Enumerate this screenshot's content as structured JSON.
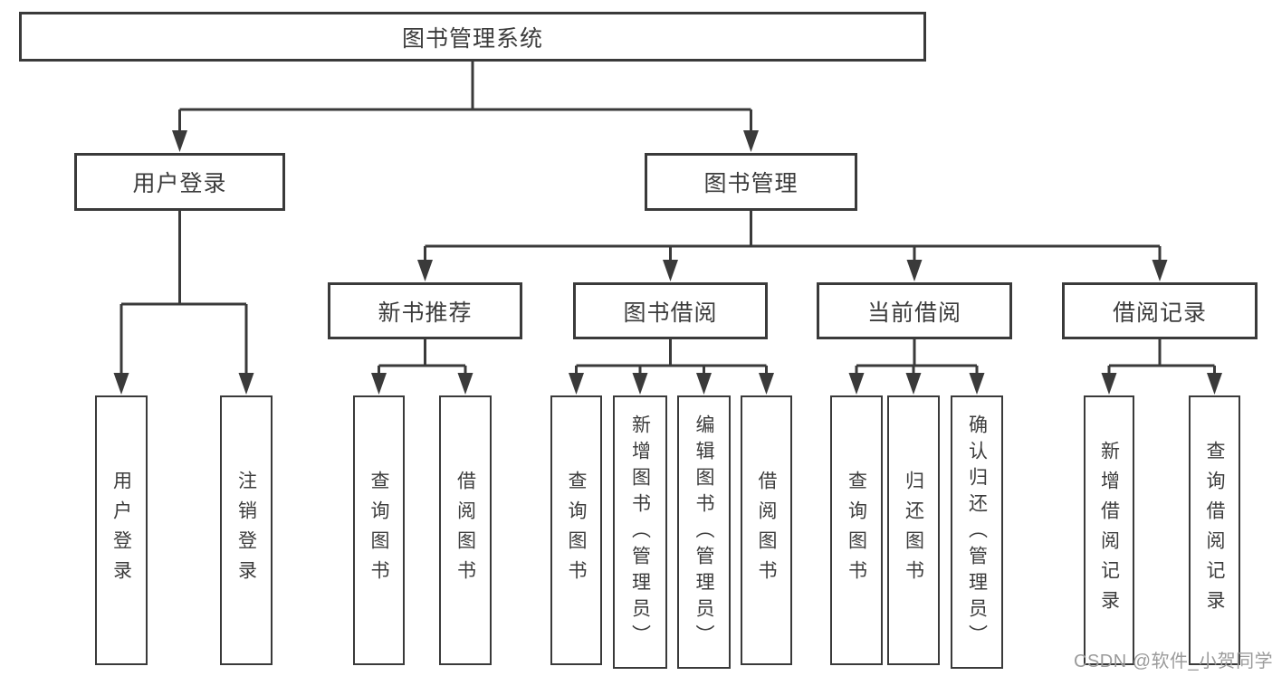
{
  "diagram": {
    "root": "图书管理系统",
    "level1": {
      "user_login": "用户登录",
      "book_management": "图书管理"
    },
    "level2": {
      "new_book_recommend": "新书推荐",
      "book_borrow": "图书借阅",
      "current_borrow": "当前借阅",
      "borrow_records": "借阅记录"
    },
    "leaves": {
      "user_login": [
        "用户登录",
        "注销登录"
      ],
      "new_book_recommend": [
        "查询图书",
        "借阅图书"
      ],
      "book_borrow": [
        "查询图书",
        "新增图书（管理员）",
        "编辑图书（管理员）",
        "借阅图书"
      ],
      "current_borrow": [
        "查询图书",
        "归还图书",
        "确认归还（管理员）"
      ],
      "borrow_records": [
        "新增借阅记录",
        "查询借阅记录"
      ]
    }
  },
  "watermark": "CSDN @软件_小贺同学",
  "colors": {
    "line": "#3a3a3a",
    "text": "#3c3c3c",
    "background": "#ffffff",
    "watermark": "#9b9b9b"
  }
}
